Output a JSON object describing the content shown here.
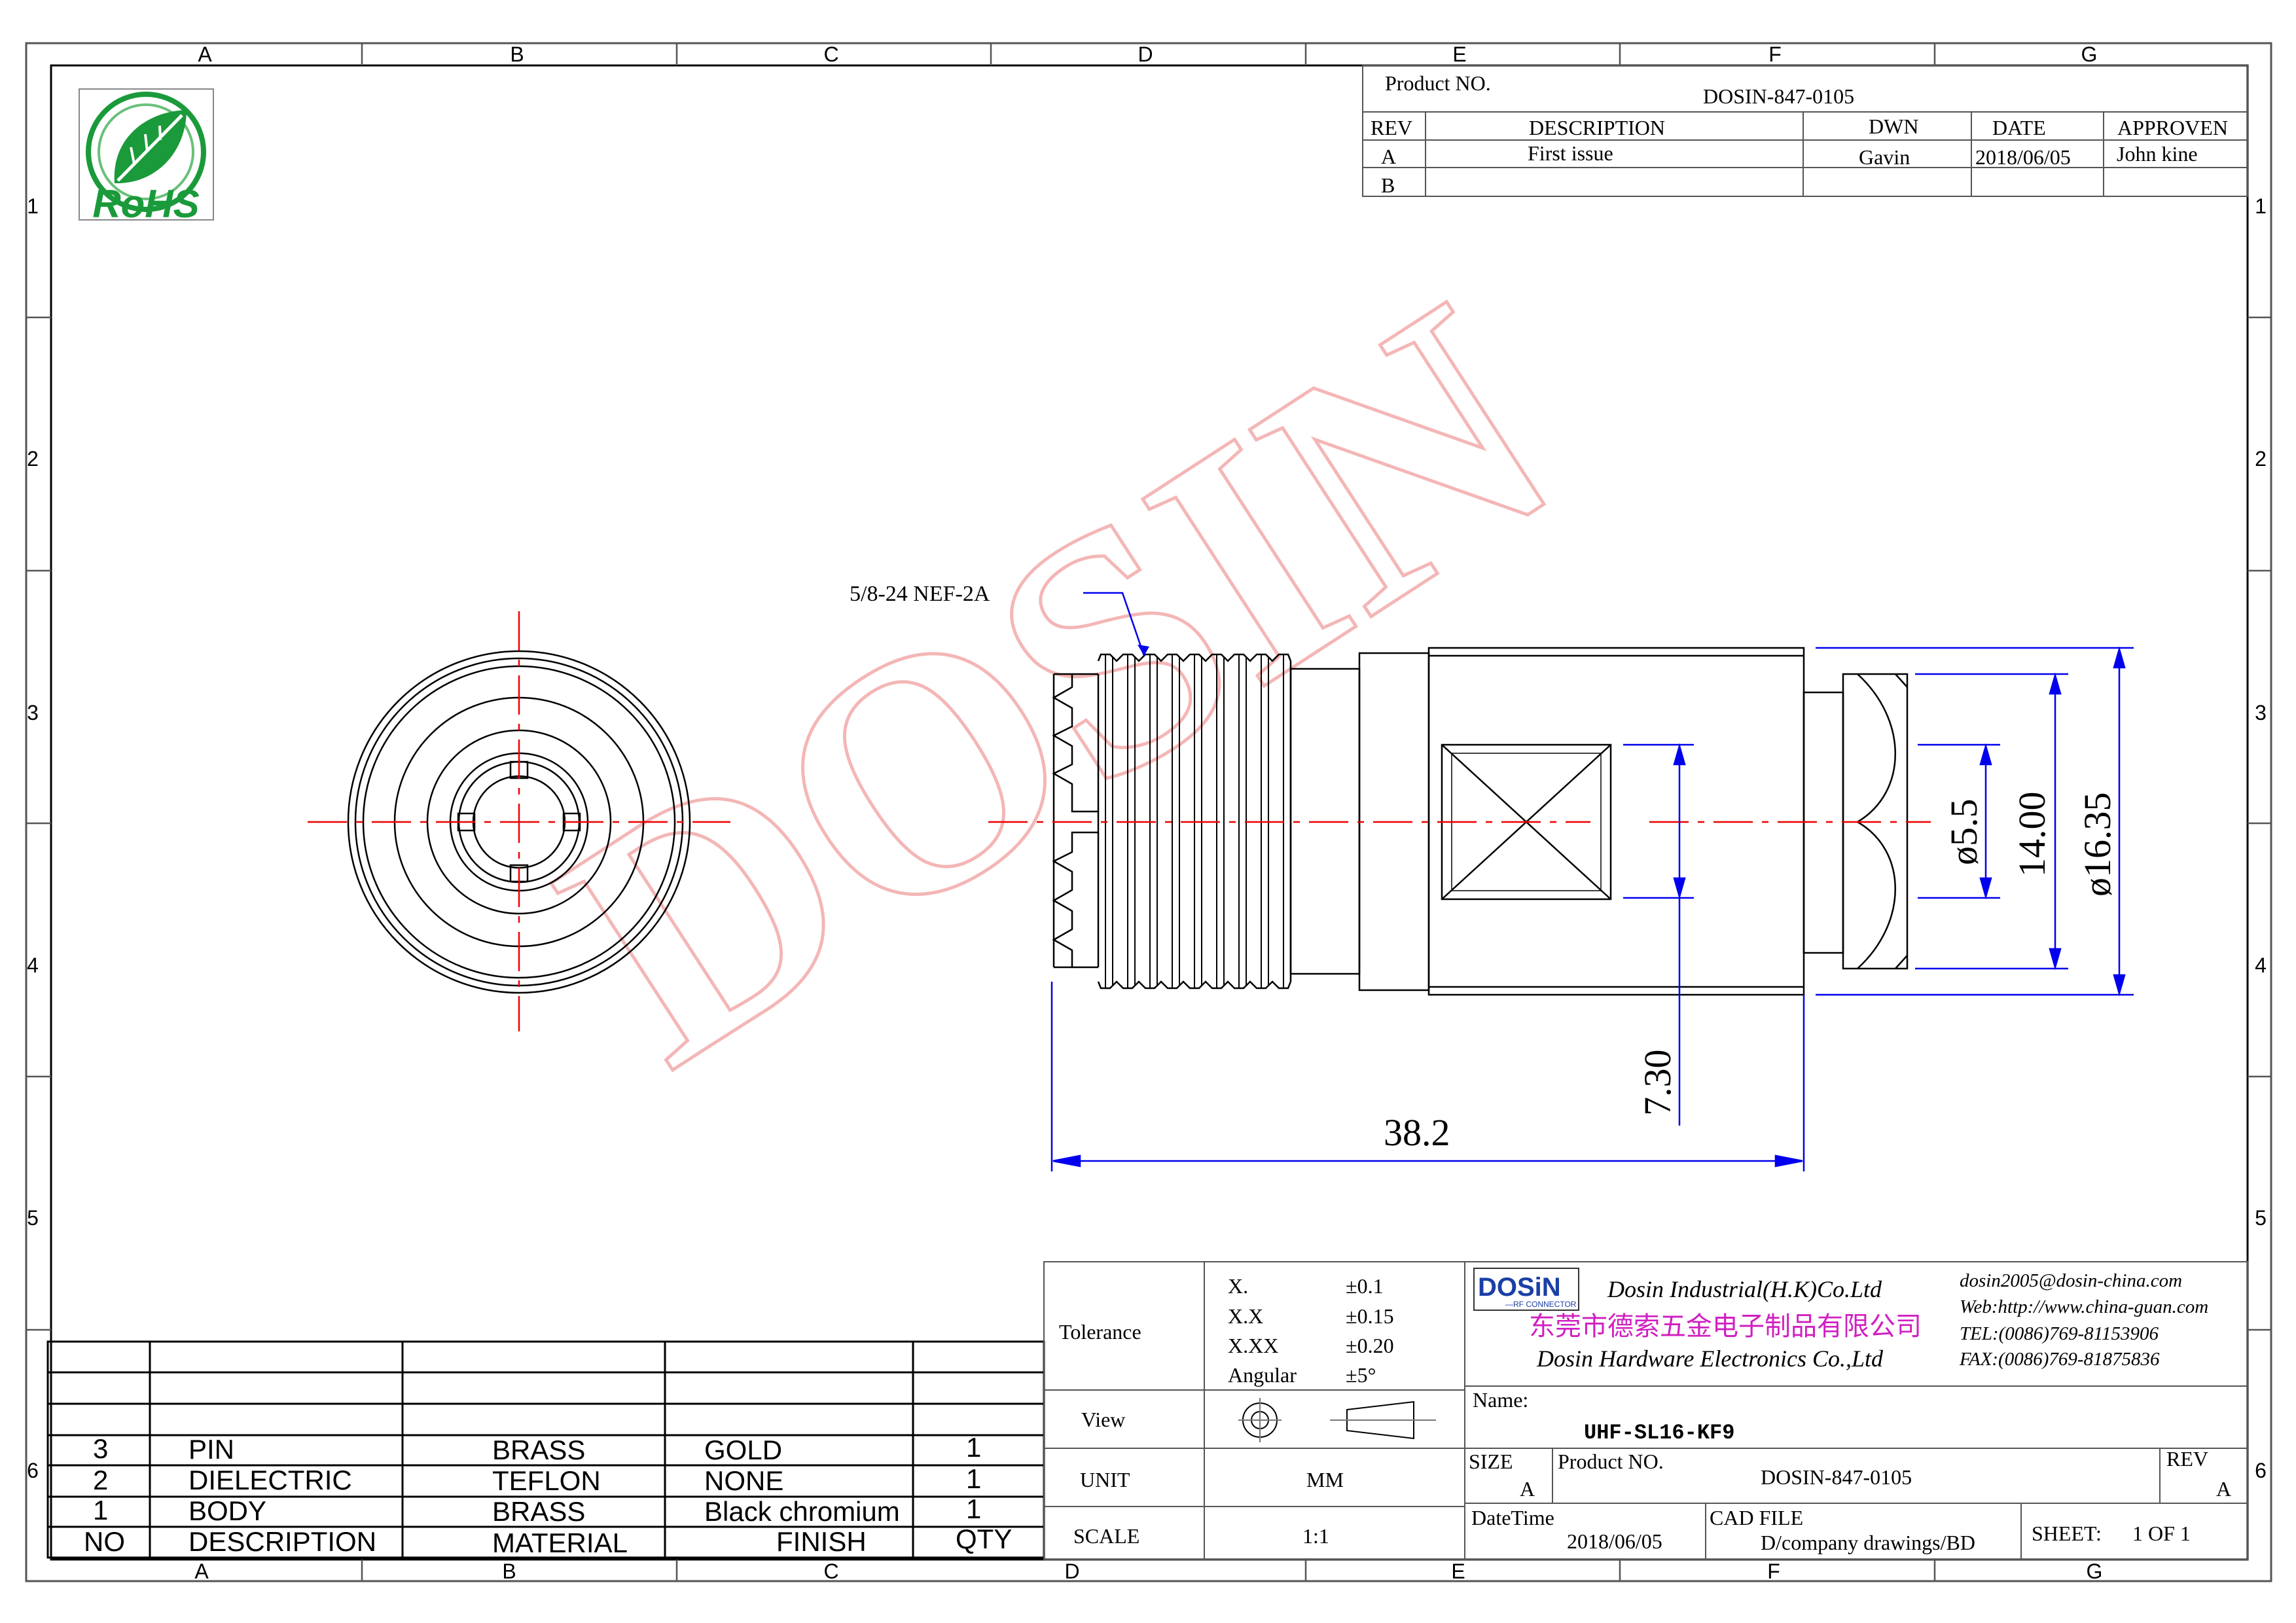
{
  "grid": {
    "columns": [
      "A",
      "B",
      "C",
      "D",
      "E",
      "F",
      "G"
    ],
    "columns_bottom": [
      "A",
      "B",
      "C",
      "D",
      "E",
      "F",
      "G"
    ],
    "rows": [
      "1",
      "2",
      "3",
      "4",
      "5",
      "6"
    ]
  },
  "logo": {
    "rohs_text": "RoHS"
  },
  "watermark": {
    "text": "DOSIN"
  },
  "header": {
    "product_no_label": "Product NO.",
    "product_no_value": "DOSIN-847-0105",
    "columns": {
      "rev": "REV",
      "description": "DESCRIPTION",
      "dwn": "DWN",
      "date": "DATE",
      "approven": "APPROVEN"
    },
    "revisions": [
      {
        "rev": "A",
        "description": "First issue",
        "dwn": "Gavin",
        "date": "2018/06/05",
        "approven": "John kine"
      },
      {
        "rev": "B",
        "description": "",
        "dwn": "",
        "date": "",
        "approven": ""
      }
    ]
  },
  "drawing": {
    "thread_label": "5/8-24 NEF-2A",
    "dims": {
      "d55": "ø5.5",
      "d1400": "14.00",
      "d1635": "ø16.35",
      "d730": "7.30",
      "d382": "38.2"
    }
  },
  "bom": {
    "rows": [
      {
        "no": "3",
        "description": "PIN",
        "material": "BRASS",
        "finish": "GOLD",
        "qty": "1"
      },
      {
        "no": "2",
        "description": "DIELECTRIC",
        "material": "TEFLON",
        "finish": "NONE",
        "qty": "1"
      },
      {
        "no": "1",
        "description": "BODY",
        "material": "BRASS",
        "finish": "Black chromium",
        "qty": "1"
      }
    ],
    "headers": {
      "no": "NO",
      "description": "DESCRIPTION",
      "material": "MATERIAL",
      "finish": "FINISH",
      "qty": "QTY"
    }
  },
  "tolerance": {
    "label": "Tolerance",
    "lines": [
      {
        "k": "X.",
        "v": "±0.1"
      },
      {
        "k": "X.X",
        "v": "±0.15"
      },
      {
        "k": "X.XX",
        "v": "±0.20"
      },
      {
        "k": "Angular",
        "v": "±5°"
      }
    ],
    "view_label": "View",
    "unit_label": "UNIT",
    "unit_value": "MM",
    "scale_label": "SCALE",
    "scale_value": "1:1"
  },
  "company": {
    "logo_text": "DOSiN",
    "logo_sub": "—RF CONNECTOR",
    "name_hk": "Dosin Industrial(H.K)Co.Ltd",
    "name_cn": "东莞市德索五金电子制品有限公司",
    "name_hw": "Dosin Hardware Electronics  Co.,Ltd",
    "email": "dosin2005@dosin-china.com",
    "web": "Web:http://www.china-guan.com",
    "tel": "TEL:(0086)769-81153906",
    "fax": "FAX:(0086)769-81875836"
  },
  "title_block": {
    "name_label": "Name:",
    "name_value": "UHF-SL16-KF9",
    "size_label": "SIZE",
    "size_value": "A",
    "product_no_label": "Product NO.",
    "product_no_value": "DOSIN-847-0105",
    "rev_label": "REV",
    "rev_value": "A",
    "datetime_label": "DateTime",
    "datetime_value": "2018/06/05",
    "cad_label": "CAD FILE",
    "cad_value": "D/company drawings/BD",
    "sheet_label": "SHEET:",
    "sheet_value": "1 OF 1"
  },
  "colors": {
    "dimension": "#0000ee",
    "centerline": "#ee0000",
    "watermark": "#f4b6b6",
    "logo_green": "#1a9a3a",
    "company_magenta": "#d020c0"
  }
}
